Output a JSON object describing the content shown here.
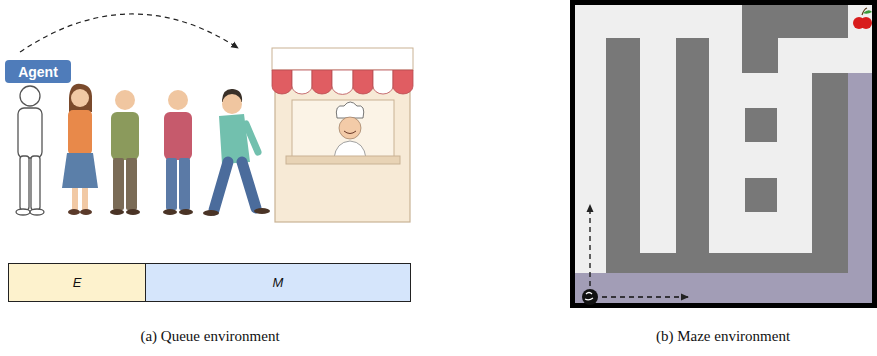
{
  "diagram": {
    "nodes": [
      {
        "text": [
          "Agent"
        ]
      },
      {
        "text": [
          "E"
        ]
      },
      {
        "text": [
          "M"
        ]
      }
    ],
    "labels": [
      "(a) Queue environment",
      "(b) Maze environment"
    ]
  }
}
